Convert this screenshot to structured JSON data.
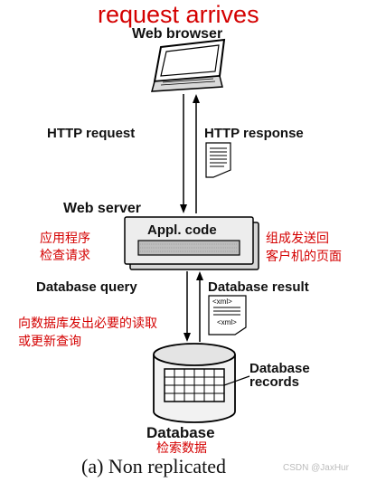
{
  "annotation": {
    "request_arrives": "request arrives",
    "app_checks_request": [
      "应用程序",
      "检查请求"
    ],
    "compose_reply": [
      "组成发送回",
      "客户机的页面"
    ],
    "issue_query": [
      "向数据库发出必要的读取",
      "或更新查询"
    ],
    "retrieve_data": "检索数据"
  },
  "nodes": {
    "web_browser": "Web browser",
    "web_server": "Web server",
    "appl_code": "Appl. code",
    "database": "Database",
    "database_records": [
      "Database",
      "records"
    ]
  },
  "arrows": {
    "http_request": "HTTP request",
    "http_response": "HTTP response",
    "database_query": "Database query",
    "database_result": "Database result"
  },
  "document_tag": "<xml>",
  "caption": "(a) Non replicated",
  "watermark": "CSDN @JaxHur",
  "colors": {
    "annotation": "#d40000",
    "text": "#111111",
    "watermark": "#bbbbbb"
  }
}
